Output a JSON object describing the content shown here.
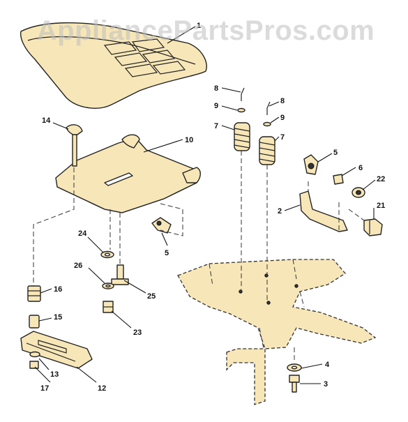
{
  "watermark": "AppliancePartsPros.com",
  "callouts": {
    "c1": "1",
    "c2": "2",
    "c3": "3",
    "c4": "4",
    "c5a": "5",
    "c5b": "5",
    "c6": "6",
    "c7a": "7",
    "c7b": "7",
    "c8a": "8",
    "c8b": "8",
    "c9a": "9",
    "c9b": "9",
    "c10": "10",
    "c12": "12",
    "c13": "13",
    "c14": "14",
    "c15": "15",
    "c16": "16",
    "c17": "17",
    "c21": "21",
    "c22": "22",
    "c23": "23",
    "c24": "24",
    "c25": "25",
    "c26": "26"
  }
}
